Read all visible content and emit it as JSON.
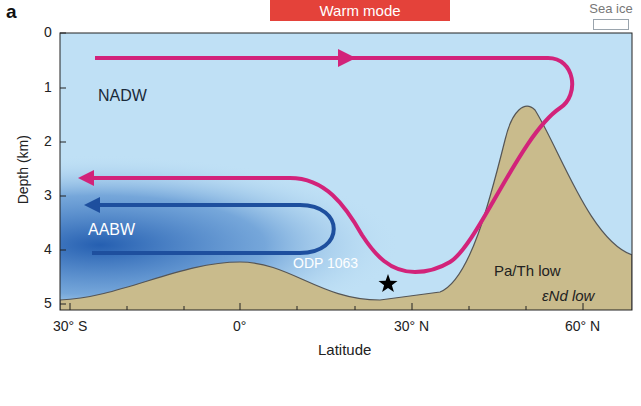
{
  "diagram": {
    "nodes": [
      {
        "text": [
          "Warm mode"
        ]
      },
      {
        "text": [
          "Sea ice"
        ]
      }
    ],
    "labels": [
      "a",
      "0",
      "1",
      "2",
      "3",
      "4",
      "5",
      "Depth (km)",
      "NADW",
      "AABW",
      "ODP 1063",
      "Pa/Th low",
      "εNd low",
      "30° S",
      "0°",
      "30° N",
      "60° N",
      "Latitude"
    ]
  }
}
